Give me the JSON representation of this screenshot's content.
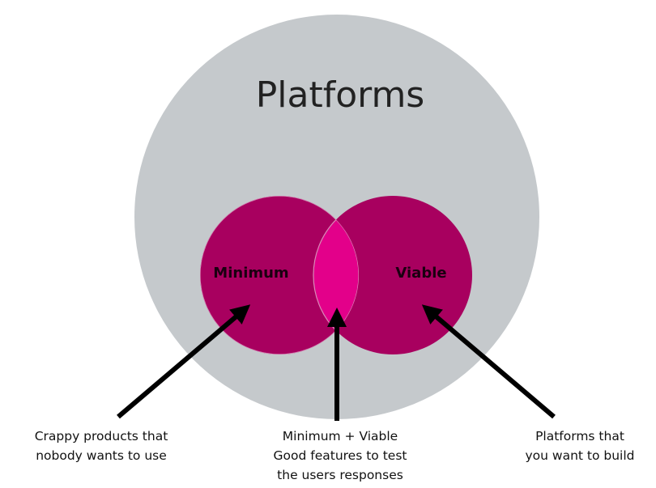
{
  "title": "Platforms",
  "circles": {
    "left_label": "Minimum",
    "right_label": "Viable"
  },
  "captions": {
    "left": [
      "Crappy products that",
      "nobody wants to use"
    ],
    "middle": [
      "Minimum + Viable",
      "Good features to test",
      "the users responses"
    ],
    "right": [
      "Platforms that",
      "you want to build"
    ]
  },
  "colors": {
    "outer_circle": "#c5c9cc",
    "circle_fill": "#a8005f",
    "overlap_fill": "#e3008a",
    "arrow": "#000000"
  }
}
